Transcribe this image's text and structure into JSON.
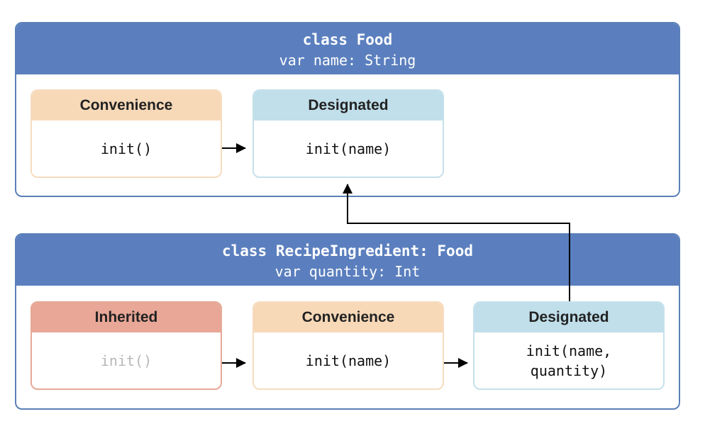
{
  "superclass": {
    "title": "class Food",
    "property": "var name: String",
    "inits": [
      {
        "kind": "Convenience",
        "signature": "init()"
      },
      {
        "kind": "Designated",
        "signature": "init(name)"
      }
    ]
  },
  "subclass": {
    "title": "class RecipeIngredient: Food",
    "property": "var quantity: Int",
    "inits": [
      {
        "kind": "Inherited",
        "signature": "init()"
      },
      {
        "kind": "Convenience",
        "signature": "init(name)"
      },
      {
        "kind": "Designated",
        "signature": "init(name,\nquantity)"
      }
    ]
  },
  "colors": {
    "class_header": "#5b7fbe",
    "convenience": "#f7d9b8",
    "designated": "#c1dfea",
    "inherited": "#e8a797",
    "arrow": "#000000"
  }
}
